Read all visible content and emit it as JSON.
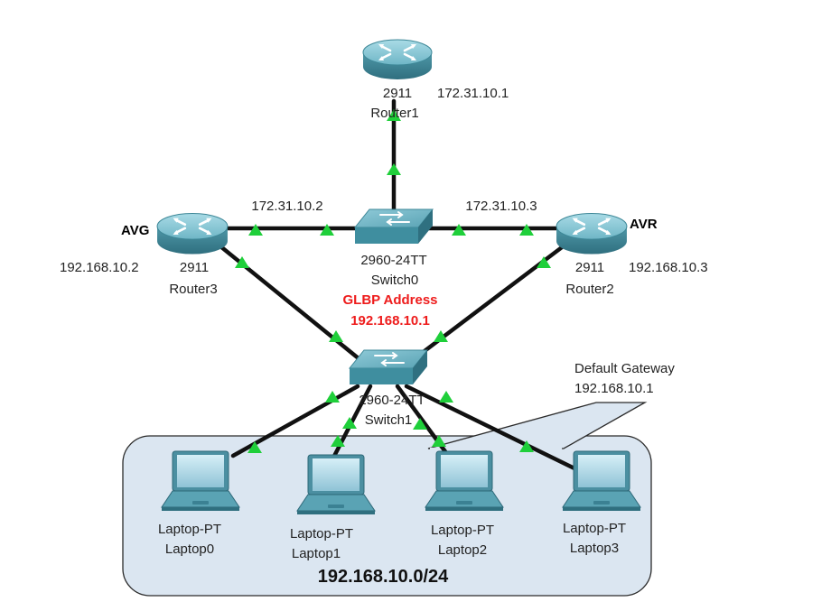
{
  "devices": {
    "router1": {
      "model": "2911",
      "name": "Router1",
      "ip": "172.31.10.1"
    },
    "router2": {
      "model": "2911",
      "name": "Router2",
      "role": "AVR",
      "ip": "192.168.10.3",
      "link_ip": "172.31.10.3"
    },
    "router3": {
      "model": "2911",
      "name": "Router3",
      "role": "AVG",
      "ip": "192.168.10.2",
      "link_ip": "172.31.10.2"
    },
    "switch0": {
      "model": "2960-24TT",
      "name": "Switch0"
    },
    "switch1": {
      "model": "2960-24TT",
      "name": "Switch1"
    },
    "laptops": [
      {
        "model": "Laptop-PT",
        "name": "Laptop0"
      },
      {
        "model": "Laptop-PT",
        "name": "Laptop1"
      },
      {
        "model": "Laptop-PT",
        "name": "Laptop2"
      },
      {
        "model": "Laptop-PT",
        "name": "Laptop3"
      }
    ]
  },
  "glbp": {
    "title": "GLBP Address",
    "address": "192.168.10.1"
  },
  "callout": {
    "line1": "Default Gateway",
    "line2": "192.168.10.1"
  },
  "lan": {
    "subnet": "192.168.10.0/24"
  },
  "colors": {
    "link": "#111111",
    "port_up": "#1fcf3a",
    "glbp_text": "#ee1c1c",
    "lan_fill": "#dbe6f1",
    "device": "#4f98a8"
  }
}
